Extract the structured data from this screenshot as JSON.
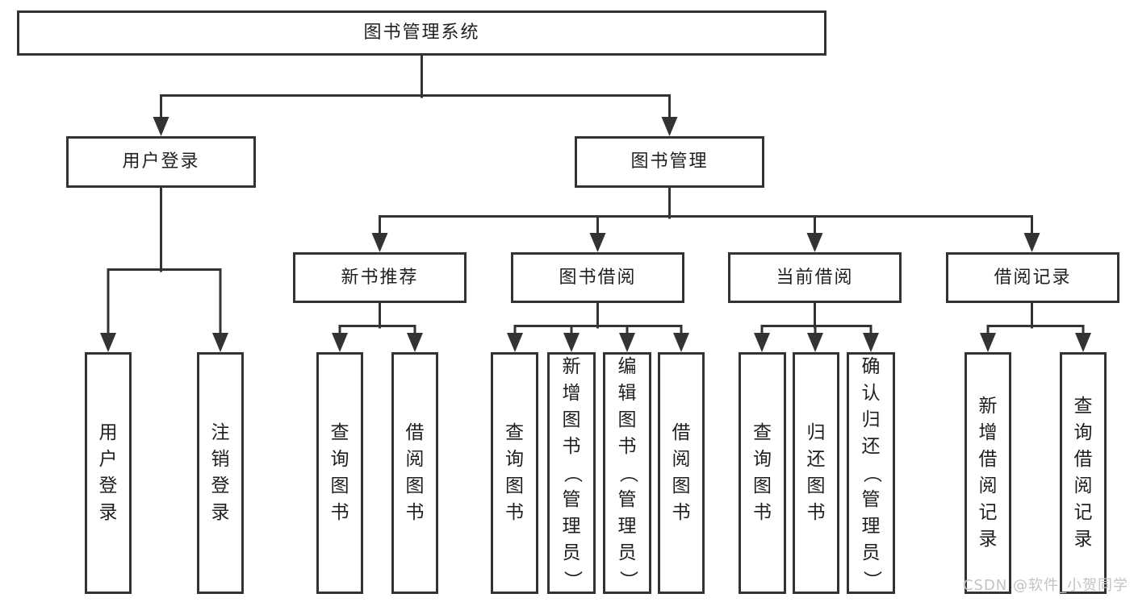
{
  "diagram": {
    "title_node": {
      "label": "图书管理系统"
    },
    "level1": [
      {
        "label": "用户登录"
      },
      {
        "label": "图书管理"
      }
    ],
    "level2": [
      {
        "label": "新书推荐"
      },
      {
        "label": "图书借阅"
      },
      {
        "label": "当前借阅"
      },
      {
        "label": "借阅记录"
      }
    ],
    "leaves": {
      "user_login": [
        {
          "label": "用户登录"
        },
        {
          "label": "注销登录"
        }
      ],
      "new_book_recommend": [
        {
          "label": "查询图书"
        },
        {
          "label": "借阅图书"
        }
      ],
      "book_borrow": [
        {
          "label": "查询图书"
        },
        {
          "label": "新增图书（管理员）"
        },
        {
          "label": "编辑图书（管理员）"
        },
        {
          "label": "借阅图书"
        }
      ],
      "current_borrow": [
        {
          "label": "查询图书"
        },
        {
          "label": "归还图书"
        },
        {
          "label": "确认归还（管理员）"
        }
      ],
      "borrow_records": [
        {
          "label": "新增借阅记录"
        },
        {
          "label": "查询借阅记录"
        }
      ]
    },
    "watermark": "CSDN @软件_小贺同学",
    "colors": {
      "line": "#333333",
      "text": "#1f1f1f",
      "box_background": "#ffffff",
      "page_background": "#ffffff",
      "watermark": "#c3c3c3"
    }
  }
}
